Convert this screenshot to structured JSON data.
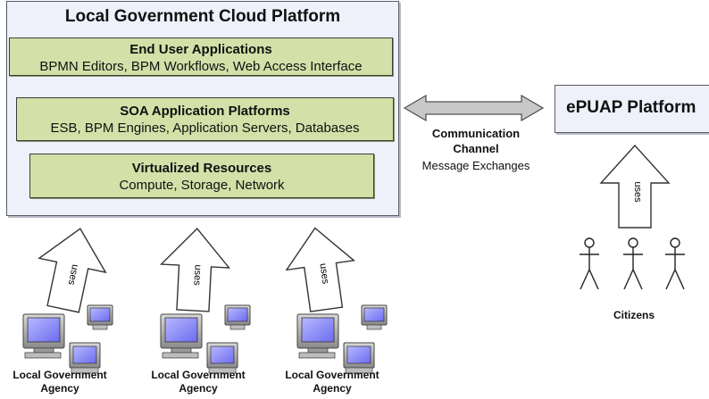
{
  "cloud_platform": {
    "title": "Local Government Cloud Platform",
    "layers": [
      {
        "title": "End User Applications",
        "subtitle": "BPMN Editors, BPM Workflows, Web Access Interface"
      },
      {
        "title": "SOA Application Platforms",
        "subtitle": "ESB, BPM Engines, Application Servers, Databases"
      },
      {
        "title": "Virtualized Resources",
        "subtitle": "Compute, Storage, Network"
      }
    ]
  },
  "epuap": {
    "title": "ePUAP Platform"
  },
  "communication": {
    "title": "Communication\nChannel",
    "subtitle": "Message Exchanges"
  },
  "uses_label": "uses",
  "agencies": [
    {
      "label": "Local Government Agency"
    },
    {
      "label": "Local Government Agency"
    },
    {
      "label": "Local Government Agency"
    }
  ],
  "citizens": {
    "label": "Citizens"
  },
  "colors": {
    "layer_fill": "#d3e0a8",
    "platform_fill": "#eef1fa",
    "arrow_fill": "#c8c8c8",
    "screen": "#8f8ff5"
  }
}
